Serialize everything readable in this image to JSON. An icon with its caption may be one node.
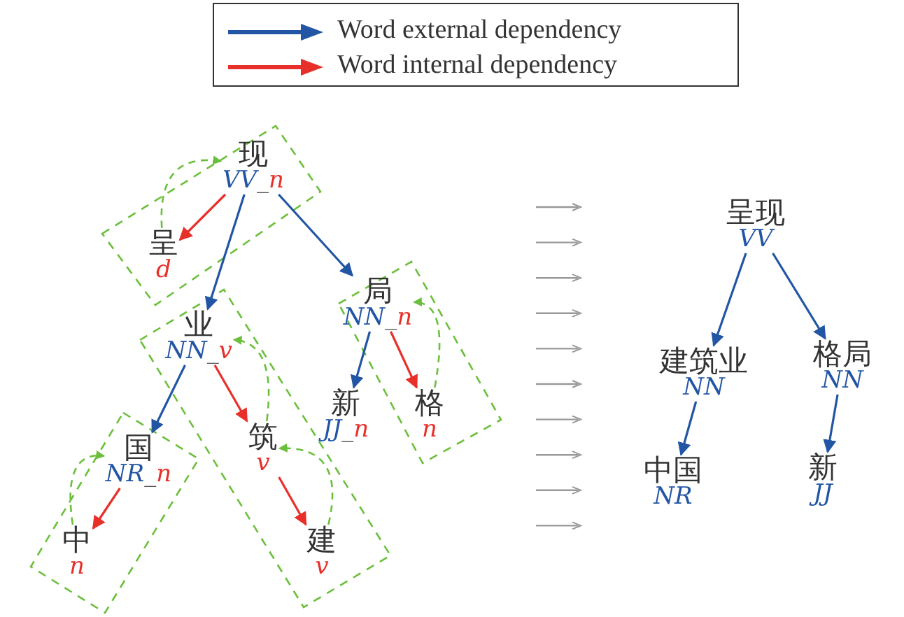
{
  "diagram": {
    "nodes": [
      {
        "text": [
          "现",
          "VV_n"
        ]
      },
      {
        "text": [
          "呈",
          "d"
        ]
      },
      {
        "text": [
          "业",
          "NN_v"
        ]
      },
      {
        "text": [
          "局",
          "NN_n"
        ]
      },
      {
        "text": [
          "新",
          "JJ_n"
        ]
      },
      {
        "text": [
          "格",
          "n"
        ]
      },
      {
        "text": [
          "国",
          "NR_n"
        ]
      },
      {
        "text": [
          "筑",
          "v"
        ]
      },
      {
        "text": [
          "中",
          "n"
        ]
      },
      {
        "text": [
          "建",
          "v"
        ]
      },
      {
        "text": [
          "呈现",
          "VV"
        ]
      },
      {
        "text": [
          "建筑业",
          "NN"
        ]
      },
      {
        "text": [
          "格局",
          "NN"
        ]
      },
      {
        "text": [
          "中国",
          "NR"
        ]
      },
      {
        "text": [
          "新",
          "JJ"
        ]
      }
    ],
    "edges": [
      {
        "from": 0,
        "to": 1,
        "arrow": "to",
        "color": "#e8302a"
      },
      {
        "from": 0,
        "to": 2,
        "arrow": "to"
      },
      {
        "from": 0,
        "to": 3,
        "arrow": "to"
      },
      {
        "from": 2,
        "to": 6,
        "arrow": "to"
      },
      {
        "from": 2,
        "to": 7,
        "arrow": "to",
        "color": "#e8302a"
      },
      {
        "from": 3,
        "to": 4,
        "arrow": "to"
      },
      {
        "from": 3,
        "to": 5,
        "arrow": "to",
        "color": "#e8302a"
      },
      {
        "from": 6,
        "to": 8,
        "arrow": "to",
        "color": "#e8302a"
      },
      {
        "from": 7,
        "to": 9,
        "arrow": "to",
        "color": "#e8302a"
      },
      {
        "from": 1,
        "to": 0,
        "arrow": "to",
        "style": "dashed",
        "color": "#6cbf3c"
      },
      {
        "from": 7,
        "to": 2,
        "arrow": "to",
        "style": "dashed",
        "color": "#6cbf3c"
      },
      {
        "from": 9,
        "to": 7,
        "arrow": "to",
        "style": "dashed",
        "color": "#6cbf3c"
      },
      {
        "from": 5,
        "to": 3,
        "arrow": "to",
        "style": "dashed",
        "color": "#6cbf3c"
      },
      {
        "from": 8,
        "to": 6,
        "arrow": "to",
        "style": "dashed",
        "color": "#6cbf3c"
      },
      {
        "from": 10,
        "to": 11,
        "arrow": "to"
      },
      {
        "from": 10,
        "to": 12,
        "arrow": "to"
      },
      {
        "from": 11,
        "to": 13,
        "arrow": "to"
      },
      {
        "from": 12,
        "to": 14,
        "arrow": "to"
      }
    ],
    "legend": [
      {
        "text": "Word external dependency",
        "color": "#2255a4"
      },
      {
        "text": "Word internal dependency",
        "color": "#e8302a"
      }
    ]
  }
}
